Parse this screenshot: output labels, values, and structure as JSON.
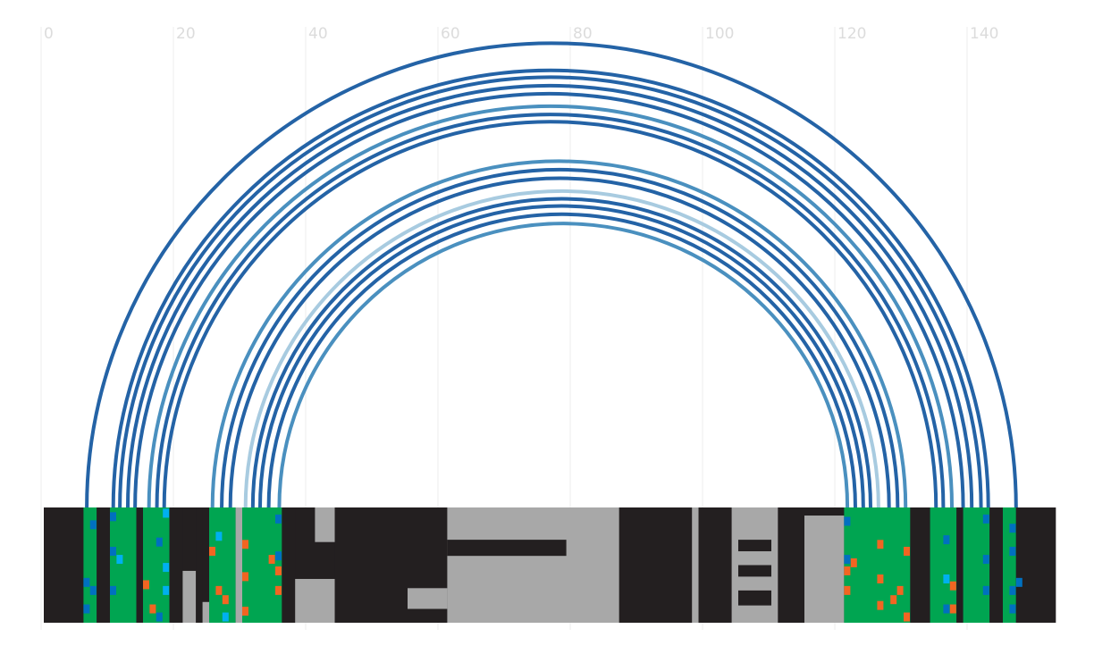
{
  "chart_data": {
    "type": "arc-diagram",
    "x_ticks": [
      {
        "value": 0,
        "label": "0"
      },
      {
        "value": 20,
        "label": "20"
      },
      {
        "value": 40,
        "label": "40"
      },
      {
        "value": 60,
        "label": "60"
      },
      {
        "value": 80,
        "label": "80"
      },
      {
        "value": 100,
        "label": "100"
      },
      {
        "value": 120,
        "label": "120"
      },
      {
        "value": 140,
        "label": "140"
      }
    ],
    "xlim": [
      0,
      153
    ],
    "grid": true,
    "arcs": [
      {
        "start": 6.5,
        "end": 147.0,
        "color": "#2463a6"
      },
      {
        "start": 10.5,
        "end": 142.8,
        "color": "#2463a6"
      },
      {
        "start": 11.5,
        "end": 141.7,
        "color": "#2463a6"
      },
      {
        "start": 12.7,
        "end": 140.3,
        "color": "#2463a6"
      },
      {
        "start": 13.8,
        "end": 139.0,
        "color": "#2463a6"
      },
      {
        "start": 15.9,
        "end": 137.3,
        "color": "#4a90bf"
      },
      {
        "start": 17.1,
        "end": 136.0,
        "color": "#2463a6"
      },
      {
        "start": 18.2,
        "end": 134.9,
        "color": "#2463a6"
      },
      {
        "start": 25.5,
        "end": 130.3,
        "color": "#4a90bf"
      },
      {
        "start": 26.9,
        "end": 129.1,
        "color": "#2463a6"
      },
      {
        "start": 28.2,
        "end": 127.8,
        "color": "#2463a6"
      },
      {
        "start": 30.5,
        "end": 126.2,
        "color": "#a8cbe0"
      },
      {
        "start": 31.6,
        "end": 125.0,
        "color": "#2463a6"
      },
      {
        "start": 32.7,
        "end": 123.9,
        "color": "#2463a6"
      },
      {
        "start": 34.0,
        "end": 122.7,
        "color": "#2463a6"
      },
      {
        "start": 35.6,
        "end": 121.5,
        "color": "#4a90bf"
      }
    ],
    "track": {
      "base_color": "#231f20",
      "segments": [
        {
          "start": 0,
          "end": 6,
          "color": "#231f20"
        },
        {
          "start": 6,
          "end": 8,
          "color": "#00a551"
        },
        {
          "start": 8,
          "end": 10,
          "color": "#231f20"
        },
        {
          "start": 10,
          "end": 14,
          "color": "#00a551"
        },
        {
          "start": 14,
          "end": 15,
          "color": "#231f20"
        },
        {
          "start": 15,
          "end": 19,
          "color": "#00a551"
        },
        {
          "start": 19,
          "end": 21,
          "color": "#231f20"
        },
        {
          "start": 21,
          "end": 23,
          "color": "#a8a8a8",
          "y0": 0.55,
          "y1": 1
        },
        {
          "start": 23,
          "end": 24,
          "color": "#231f20"
        },
        {
          "start": 24,
          "end": 25,
          "color": "#a8a8a8",
          "y0": 0.82,
          "y1": 1
        },
        {
          "start": 25,
          "end": 29,
          "color": "#00a551"
        },
        {
          "start": 29,
          "end": 30,
          "color": "#a8a8a8"
        },
        {
          "start": 30,
          "end": 36,
          "color": "#00a551"
        },
        {
          "start": 36,
          "end": 38,
          "color": "#231f20"
        },
        {
          "start": 38,
          "end": 44,
          "color": "#a8a8a8",
          "y0": 0.62,
          "y1": 1
        },
        {
          "start": 41,
          "end": 44,
          "color": "#a8a8a8",
          "y0": 0.0,
          "y1": 0.3
        },
        {
          "start": 44,
          "end": 55,
          "color": "#231f20"
        },
        {
          "start": 55,
          "end": 61,
          "color": "#a8a8a8",
          "y0": 0.7,
          "y1": 0.88
        },
        {
          "start": 61,
          "end": 87,
          "color": "#a8a8a8"
        },
        {
          "start": 61,
          "end": 79,
          "color": "#231f20",
          "y0": 0.28,
          "y1": 0.42
        },
        {
          "start": 87,
          "end": 98,
          "color": "#231f20"
        },
        {
          "start": 98,
          "end": 99,
          "color": "#a8a8a8"
        },
        {
          "start": 99,
          "end": 104,
          "color": "#231f20"
        },
        {
          "start": 104,
          "end": 111,
          "color": "#a8a8a8"
        },
        {
          "start": 105,
          "end": 110,
          "color": "#231f20",
          "y0": 0.28,
          "y1": 0.38
        },
        {
          "start": 105,
          "end": 110,
          "color": "#231f20",
          "y0": 0.5,
          "y1": 0.6
        },
        {
          "start": 105,
          "end": 110,
          "color": "#231f20",
          "y0": 0.72,
          "y1": 0.85
        },
        {
          "start": 111,
          "end": 115,
          "color": "#231f20"
        },
        {
          "start": 115,
          "end": 121,
          "color": "#a8a8a8",
          "y0": 0.07,
          "y1": 1
        },
        {
          "start": 121,
          "end": 131,
          "color": "#00a551"
        },
        {
          "start": 131,
          "end": 134,
          "color": "#231f20"
        },
        {
          "start": 134,
          "end": 138,
          "color": "#00a551"
        },
        {
          "start": 138,
          "end": 139,
          "color": "#231f20"
        },
        {
          "start": 139,
          "end": 143,
          "color": "#00a551"
        },
        {
          "start": 143,
          "end": 145,
          "color": "#231f20"
        },
        {
          "start": 145,
          "end": 147,
          "color": "#00a551"
        },
        {
          "start": 147,
          "end": 153,
          "color": "#231f20"
        }
      ],
      "markers": [
        {
          "x": 7,
          "y": 0.15,
          "color": "#0070c0"
        },
        {
          "x": 6,
          "y": 0.65,
          "color": "#0070c0"
        },
        {
          "x": 7,
          "y": 0.72,
          "color": "#0070c0"
        },
        {
          "x": 6,
          "y": 0.88,
          "color": "#0070c0"
        },
        {
          "x": 10,
          "y": 0.08,
          "color": "#0070c0"
        },
        {
          "x": 10,
          "y": 0.38,
          "color": "#0070c0"
        },
        {
          "x": 11,
          "y": 0.45,
          "color": "#00b0f0"
        },
        {
          "x": 10,
          "y": 0.72,
          "color": "#0070c0"
        },
        {
          "x": 17,
          "y": 0.3,
          "color": "#0070c0"
        },
        {
          "x": 18,
          "y": 0.05,
          "color": "#00b0f0"
        },
        {
          "x": 18,
          "y": 0.52,
          "color": "#00b0f0"
        },
        {
          "x": 15,
          "y": 0.67,
          "color": "#f26522"
        },
        {
          "x": 18,
          "y": 0.72,
          "color": "#00b0f0"
        },
        {
          "x": 16,
          "y": 0.88,
          "color": "#f26522"
        },
        {
          "x": 17,
          "y": 0.95,
          "color": "#0070c0"
        },
        {
          "x": 25,
          "y": 0.38,
          "color": "#f26522"
        },
        {
          "x": 26,
          "y": 0.25,
          "color": "#00b0f0"
        },
        {
          "x": 26,
          "y": 0.72,
          "color": "#f26522"
        },
        {
          "x": 27,
          "y": 0.8,
          "color": "#f26522"
        },
        {
          "x": 27,
          "y": 0.95,
          "color": "#00b0f0"
        },
        {
          "x": 30,
          "y": 0.32,
          "color": "#f26522"
        },
        {
          "x": 30,
          "y": 0.6,
          "color": "#f26522"
        },
        {
          "x": 30,
          "y": 0.9,
          "color": "#f26522"
        },
        {
          "x": 35,
          "y": 0.1,
          "color": "#0070c0"
        },
        {
          "x": 35,
          "y": 0.42,
          "color": "#0070c0"
        },
        {
          "x": 34,
          "y": 0.45,
          "color": "#f26522"
        },
        {
          "x": 35,
          "y": 0.55,
          "color": "#f26522"
        },
        {
          "x": 35,
          "y": 0.72,
          "color": "#f26522"
        },
        {
          "x": 121,
          "y": 0.12,
          "color": "#0070c0"
        },
        {
          "x": 121,
          "y": 0.45,
          "color": "#0070c0"
        },
        {
          "x": 122,
          "y": 0.48,
          "color": "#f26522"
        },
        {
          "x": 121,
          "y": 0.55,
          "color": "#f26522"
        },
        {
          "x": 121,
          "y": 0.72,
          "color": "#f26522"
        },
        {
          "x": 126,
          "y": 0.32,
          "color": "#f26522"
        },
        {
          "x": 126,
          "y": 0.62,
          "color": "#f26522"
        },
        {
          "x": 126,
          "y": 0.85,
          "color": "#f26522"
        },
        {
          "x": 128,
          "y": 0.8,
          "color": "#f26522"
        },
        {
          "x": 129,
          "y": 0.72,
          "color": "#f26522"
        },
        {
          "x": 130,
          "y": 0.38,
          "color": "#f26522"
        },
        {
          "x": 130,
          "y": 0.95,
          "color": "#f26522"
        },
        {
          "x": 136,
          "y": 0.28,
          "color": "#0070c0"
        },
        {
          "x": 136,
          "y": 0.62,
          "color": "#00b0f0"
        },
        {
          "x": 137,
          "y": 0.68,
          "color": "#f26522"
        },
        {
          "x": 136,
          "y": 0.88,
          "color": "#0070c0"
        },
        {
          "x": 137,
          "y": 0.88,
          "color": "#f26522"
        },
        {
          "x": 142,
          "y": 0.1,
          "color": "#0070c0"
        },
        {
          "x": 142,
          "y": 0.45,
          "color": "#0070c0"
        },
        {
          "x": 142,
          "y": 0.72,
          "color": "#0070c0"
        },
        {
          "x": 146,
          "y": 0.18,
          "color": "#0070c0"
        },
        {
          "x": 146,
          "y": 0.38,
          "color": "#0070c0"
        },
        {
          "x": 146,
          "y": 0.72,
          "color": "#0070c0"
        },
        {
          "x": 147,
          "y": 0.65,
          "color": "#0070c0"
        },
        {
          "x": 146,
          "y": 0.88,
          "color": "#0070c0"
        }
      ]
    }
  }
}
